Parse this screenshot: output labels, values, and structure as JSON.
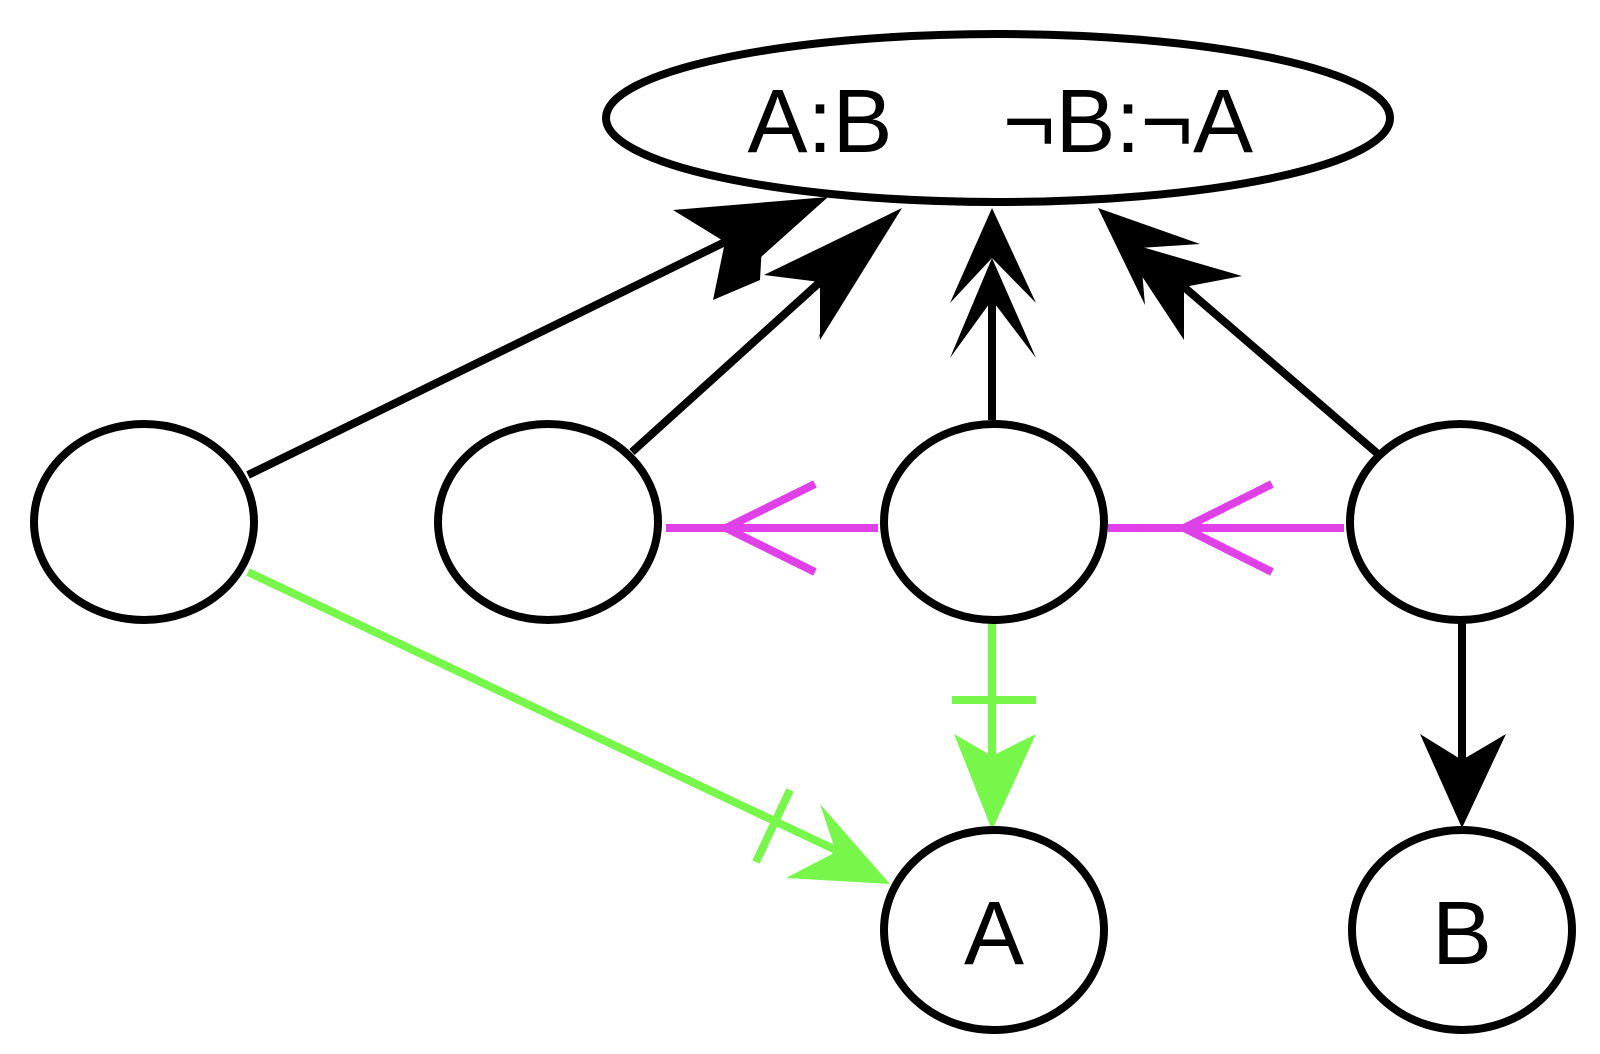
{
  "diagram": {
    "top_node": {
      "label_left": "A:B",
      "label_right": "¬B:¬A"
    },
    "nodes": {
      "n1": {
        "label": ""
      },
      "n2": {
        "label": ""
      },
      "n3": {
        "label": ""
      },
      "n4": {
        "label": ""
      },
      "a": {
        "label": "A"
      },
      "b": {
        "label": "B"
      }
    },
    "edges": [
      {
        "from": "n1",
        "to": "top",
        "style": "double-arrow",
        "color": "#000000"
      },
      {
        "from": "n2",
        "to": "top",
        "style": "double-arrow",
        "color": "#000000"
      },
      {
        "from": "n3",
        "to": "top",
        "style": "double-arrow",
        "color": "#000000"
      },
      {
        "from": "n4",
        "to": "top",
        "style": "double-arrow",
        "color": "#000000"
      },
      {
        "from": "n3",
        "to": "n2",
        "style": "open-arrow",
        "color": "#e040e8"
      },
      {
        "from": "n4",
        "to": "n3",
        "style": "open-arrow",
        "color": "#e040e8"
      },
      {
        "from": "n1",
        "to": "a",
        "style": "tee-arrow",
        "color": "#77f74a"
      },
      {
        "from": "n3",
        "to": "a",
        "style": "tee-arrow",
        "color": "#77f74a"
      },
      {
        "from": "n4",
        "to": "b",
        "style": "arrow",
        "color": "#000000"
      }
    ],
    "colors": {
      "black": "#000000",
      "magenta": "#e040e8",
      "green": "#77f74a"
    }
  }
}
